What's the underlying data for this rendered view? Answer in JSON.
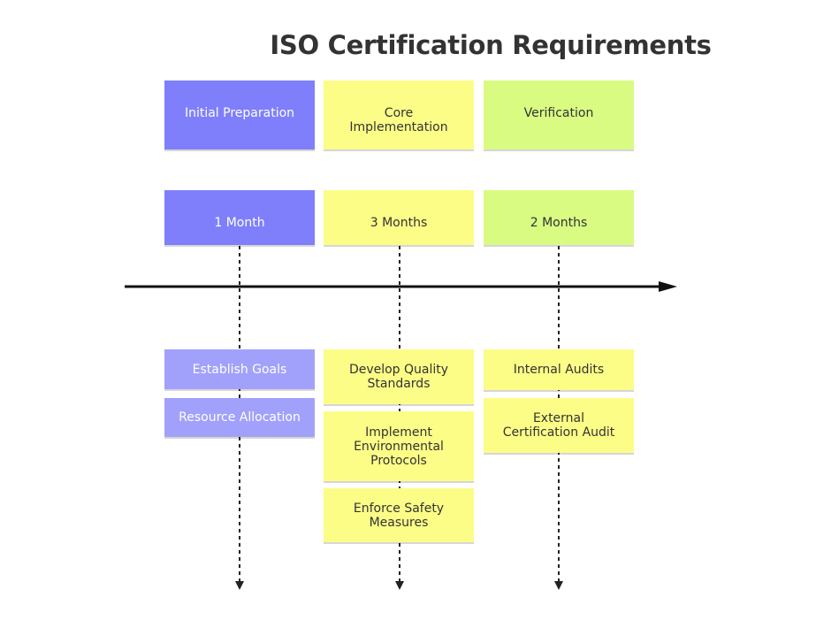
{
  "title": "ISO Certification Requirements",
  "phases": [
    {
      "name": "Initial Preparation",
      "duration": "1 Month",
      "color": "#7f7ffc",
      "tasks": [
        "Establish Goals",
        "Resource Allocation"
      ]
    },
    {
      "name": "Core\nImplementation",
      "duration": "3 Months",
      "color": "#fcfd87",
      "tasks": [
        "Develop Quality\nStandards",
        "Implement\nEnvironmental\nProtocols",
        "Enforce Safety\nMeasures"
      ]
    },
    {
      "name": "Verification",
      "duration": "2 Months",
      "color": "#d9fb82",
      "tasks": [
        "Internal Audits",
        "External\nCertification Audit"
      ]
    }
  ],
  "colors": {
    "phase1_light": "#a1a1fb",
    "arrow": "#111111",
    "dashed_line": "#222222"
  }
}
